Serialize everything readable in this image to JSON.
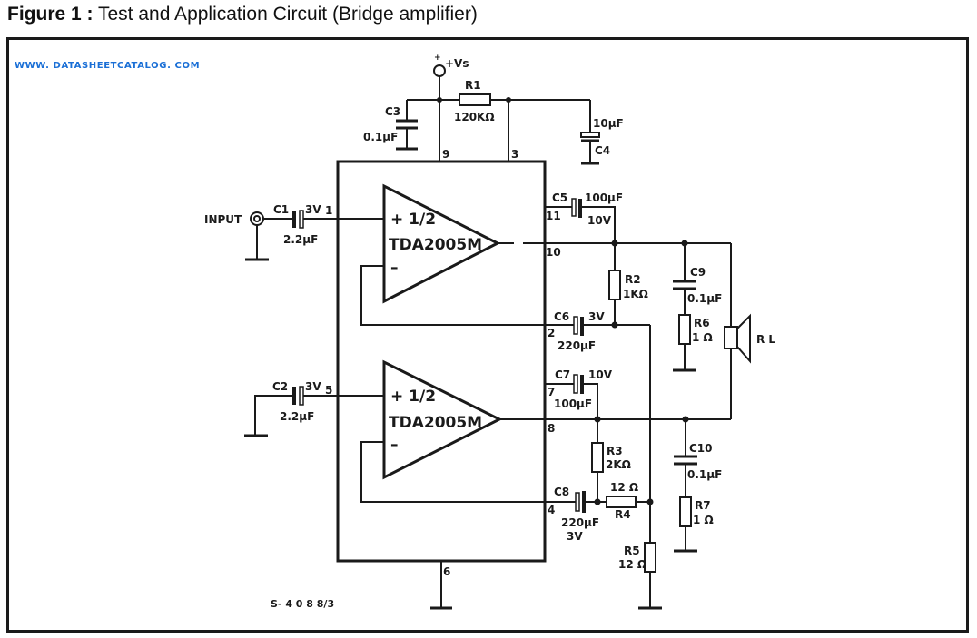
{
  "figure": {
    "number_label": "Figure 1",
    "separator": ":",
    "title": "Test and Application Circuit (Bridge amplifier)"
  },
  "watermark": "WWW. DATASHEETCATALOG. COM",
  "drawing_code": "S- 4 0 8 8/3",
  "supply": {
    "label": "+Vs"
  },
  "ic": {
    "amp_top": {
      "line1": "+ 1/2",
      "line2": "TDA2005M",
      "minus": "–"
    },
    "amp_bottom": {
      "line1": "+ 1/2",
      "line2": "TDA2005M",
      "minus": "–"
    },
    "pins": {
      "p1": "1",
      "p2": "2",
      "p3": "3",
      "p4": "4",
      "p5": "5",
      "p6": "6",
      "p7": "7",
      "p8": "8",
      "p9": "9",
      "p10": "10",
      "p11": "11"
    }
  },
  "input": {
    "label": "INPUT"
  },
  "components": {
    "R1": {
      "name": "R1",
      "value": "120KΩ"
    },
    "R2": {
      "name": "R2",
      "value": "1KΩ"
    },
    "R3": {
      "name": "R3",
      "value": "2KΩ"
    },
    "R4": {
      "name": "R4",
      "value": "12 Ω"
    },
    "R5": {
      "name": "R5",
      "value": "12 Ω"
    },
    "R6": {
      "name": "R6",
      "value": "1 Ω"
    },
    "R7": {
      "name": "R7",
      "value": "1 Ω"
    },
    "C1": {
      "name": "C1",
      "value": "2.2µF",
      "voltage": "3V"
    },
    "C2": {
      "name": "C2",
      "value": "2.2µF",
      "voltage": "3V"
    },
    "C3": {
      "name": "C3",
      "value": "0.1µF"
    },
    "C4": {
      "name": "C4",
      "value": "10µF"
    },
    "C5": {
      "name": "C5",
      "value": "100µF",
      "voltage": "10V"
    },
    "C6": {
      "name": "C6",
      "value": "220µF",
      "voltage": "3V"
    },
    "C7": {
      "name": "C7",
      "value": "100µF",
      "voltage": "10V"
    },
    "C8": {
      "name": "C8",
      "value": "220µF",
      "voltage": "3V"
    },
    "C9": {
      "name": "C9",
      "value": "0.1µF"
    },
    "C10": {
      "name": "C10",
      "value": "0.1µF"
    },
    "RL": {
      "name": "R L"
    }
  }
}
